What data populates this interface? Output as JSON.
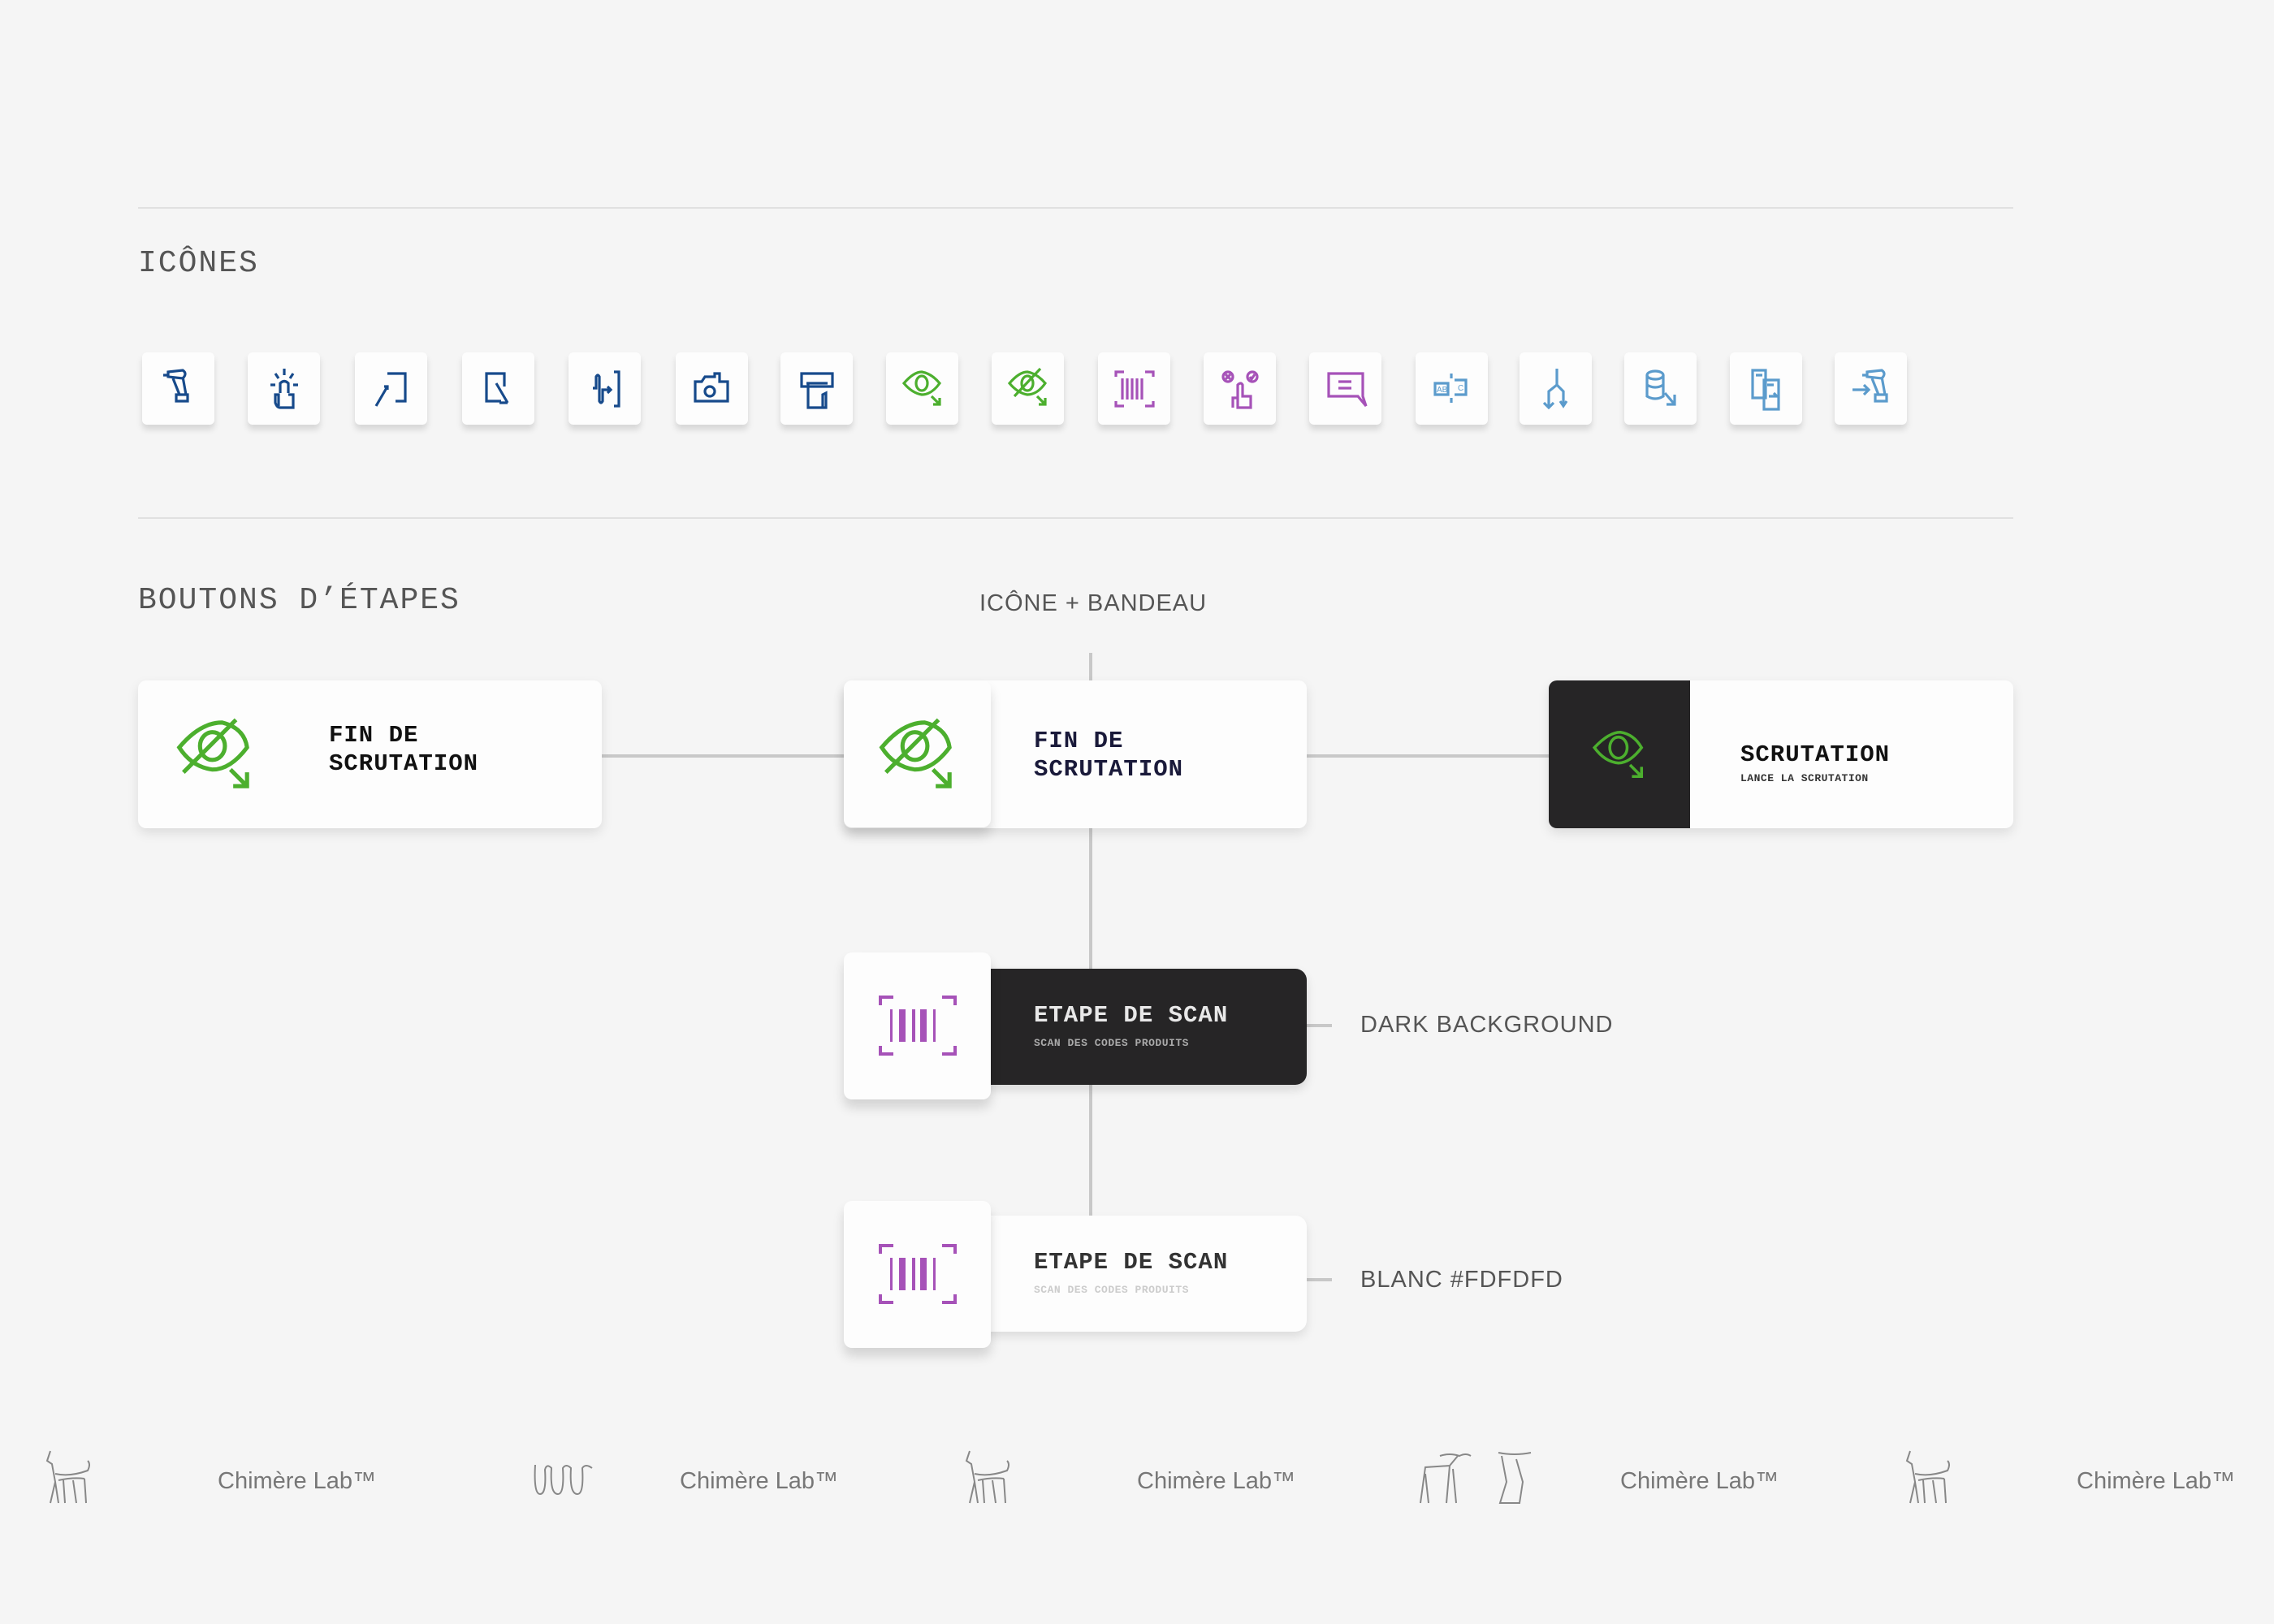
{
  "sections": {
    "icons_title": "ICÔNES",
    "buttons_title": "BOUTONS D’ÉTAPES",
    "variant_label": "ICÔNE + BANDEAU"
  },
  "icons": [
    {
      "name": "scanner-gun-icon",
      "color": "#174a8b"
    },
    {
      "name": "tap-touch-icon",
      "color": "#174a8b"
    },
    {
      "name": "arrow-in-icon",
      "color": "#174a8b"
    },
    {
      "name": "arrow-out-icon",
      "color": "#174a8b"
    },
    {
      "name": "transfer-icon",
      "color": "#174a8b"
    },
    {
      "name": "camera-icon",
      "color": "#174a8b"
    },
    {
      "name": "printer-icon",
      "color": "#174a8b"
    },
    {
      "name": "eye-scan-icon",
      "color": "#4caf2e"
    },
    {
      "name": "eye-off-scan-icon",
      "color": "#4caf2e"
    },
    {
      "name": "barcode-icon",
      "color": "#a652b8"
    },
    {
      "name": "choice-tap-icon",
      "color": "#a652b8"
    },
    {
      "name": "comment-icon",
      "color": "#a652b8"
    },
    {
      "name": "ocr-text-icon",
      "color": "#5b9bcc"
    },
    {
      "name": "split-arrow-icon",
      "color": "#5b9bcc"
    },
    {
      "name": "database-export-icon",
      "color": "#5b9bcc"
    },
    {
      "name": "documents-transfer-icon",
      "color": "#5b9bcc"
    },
    {
      "name": "scanner-input-icon",
      "color": "#5b9bcc"
    }
  ],
  "buttons": {
    "fin1": {
      "line1": "FIN DE",
      "line2": "SCRUTATION"
    },
    "fin2": {
      "line1": "FIN DE",
      "line2": "SCRUTATION"
    },
    "scrutation": {
      "title": "SCRUTATION",
      "subtitle": "LANCE LA SCRUTATION"
    },
    "scan_dark": {
      "title": "ETAPE DE SCAN",
      "subtitle": "SCAN DES CODES PRODUITS",
      "note": "DARK BACKGROUND"
    },
    "scan_white": {
      "title": "ETAPE DE SCAN",
      "subtitle": "SCAN DES CODES PRODUITS",
      "note": "BLANC #FDFDFD"
    }
  },
  "colors": {
    "green": "#4caf2e",
    "purple": "#a652b8",
    "navy": "#174a8b",
    "dark": "#262526",
    "white": "#fdfdfd"
  },
  "footer": {
    "brand": "Chimère Lab™"
  }
}
